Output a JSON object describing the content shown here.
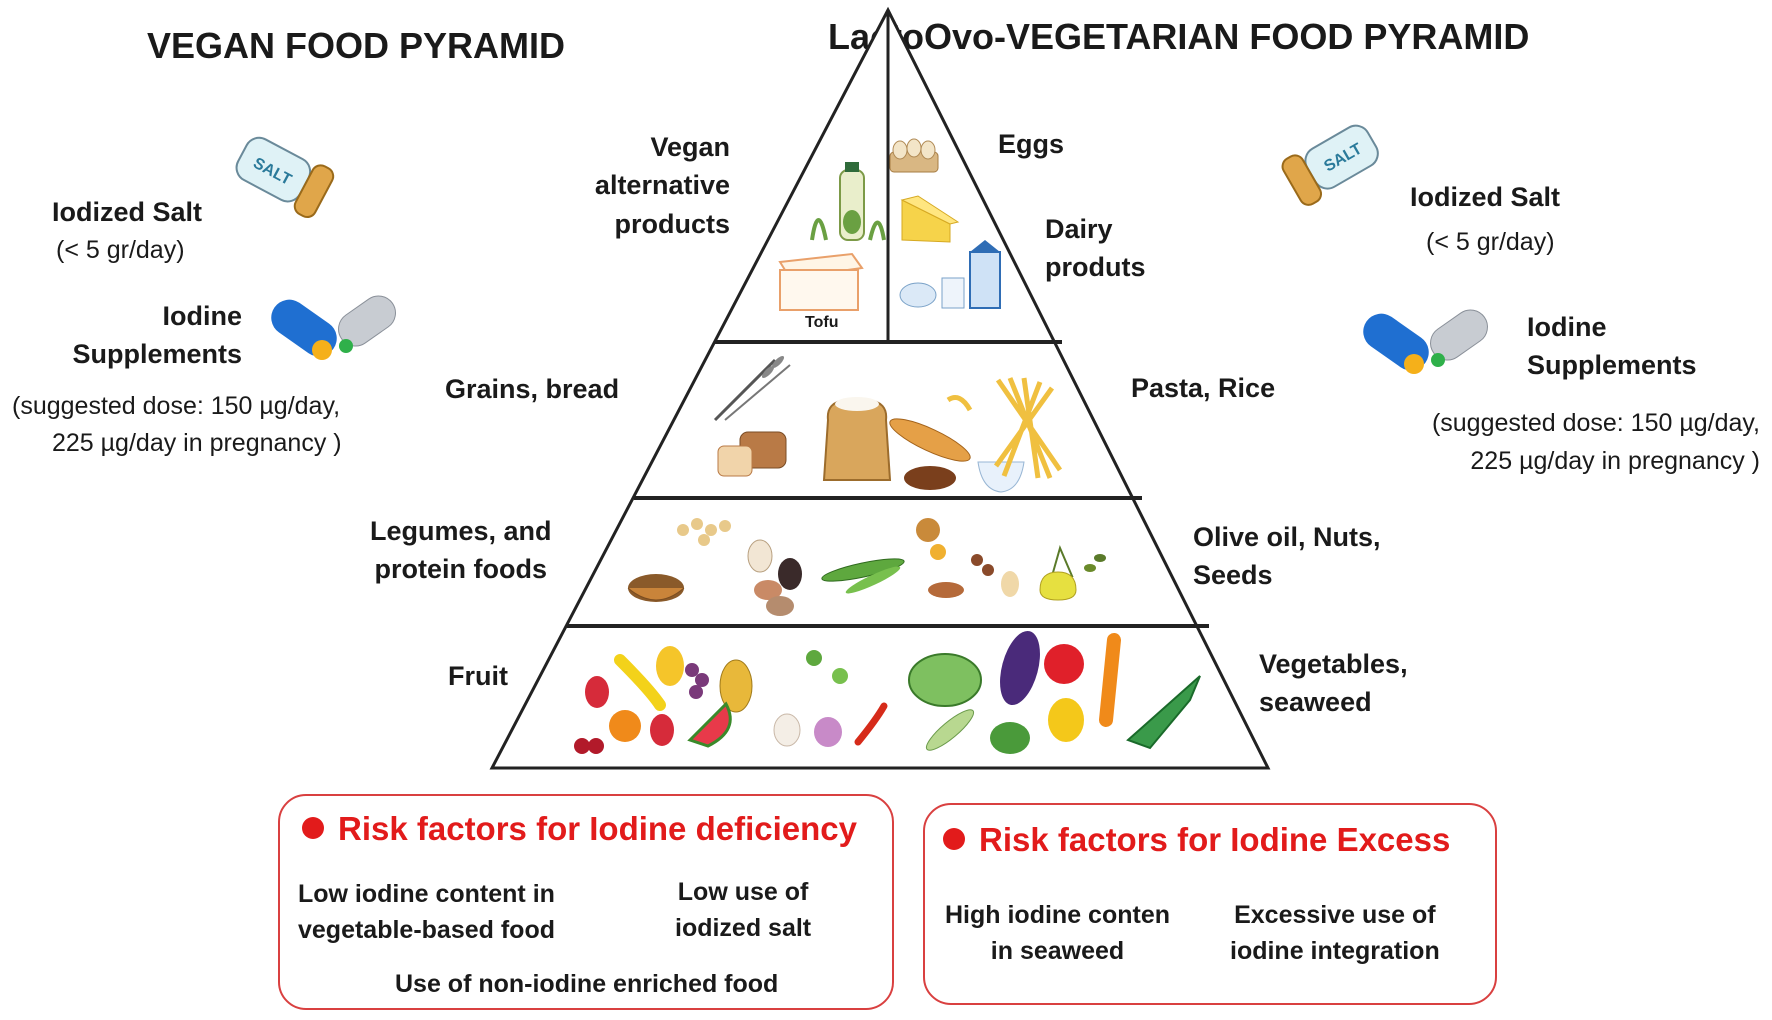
{
  "left_panel": {
    "title": "VEGAN FOOD PYRAMID",
    "salt_label": "Iodized Salt",
    "salt_dose": "(< 5 gr/day)",
    "supp_label_1": "Iodine",
    "supp_label_2": "Supplements",
    "supp_dose_1": "(suggested  dose: 150 µg/day,",
    "supp_dose_2": "225 µg/day in pregnancy  )"
  },
  "right_panel": {
    "title": "LactoOvo-VEGETARIAN FOOD PYRAMID",
    "salt_label": "Iodized Salt",
    "salt_dose": "(< 5 gr/day)",
    "supp_label_1": "Iodine",
    "supp_label_2": "Supplements",
    "supp_dose_1": "(suggested  dose: 150 µg/day,",
    "supp_dose_2": "225 µg/day in pregnancy  )"
  },
  "salt_shaker_text": "SALT",
  "pyramid": {
    "tier1_left": [
      "Vegan",
      "alternative",
      "products"
    ],
    "tofu_label": "Tofu",
    "tier1_right_a": "Eggs",
    "tier1_right_b": [
      "Dairy",
      "produts"
    ],
    "tier2_left": "Grains, bread",
    "tier2_right": "Pasta, Rice",
    "tier3_left": [
      "Legumes, and",
      "protein foods"
    ],
    "tier3_right": [
      "Olive oil, Nuts,",
      "Seeds"
    ],
    "tier4_left": "Fruit",
    "tier4_right": [
      "Vegetables,",
      "seaweed"
    ]
  },
  "risk_deficiency": {
    "title": "Risk factors for Iodine deficiency",
    "item1": [
      "Low iodine content in",
      "vegetable-based food"
    ],
    "item2": [
      "Low use of",
      "iodized salt"
    ],
    "item3": "Use of non-iodine  enriched food"
  },
  "risk_excess": {
    "title": "Risk factors for Iodine Excess",
    "item1": [
      "High iodine conten",
      "in seaweed"
    ],
    "item2": [
      "Excessive use of",
      "iodine integration"
    ]
  },
  "colors": {
    "risk_red": "#e21b1b",
    "box_border": "#d94040",
    "pill_blue": "#1f6fd1",
    "pill_grey": "#c8ccd2",
    "salt_cap": "#e0a64a",
    "salt_body": "#dff2f6"
  }
}
